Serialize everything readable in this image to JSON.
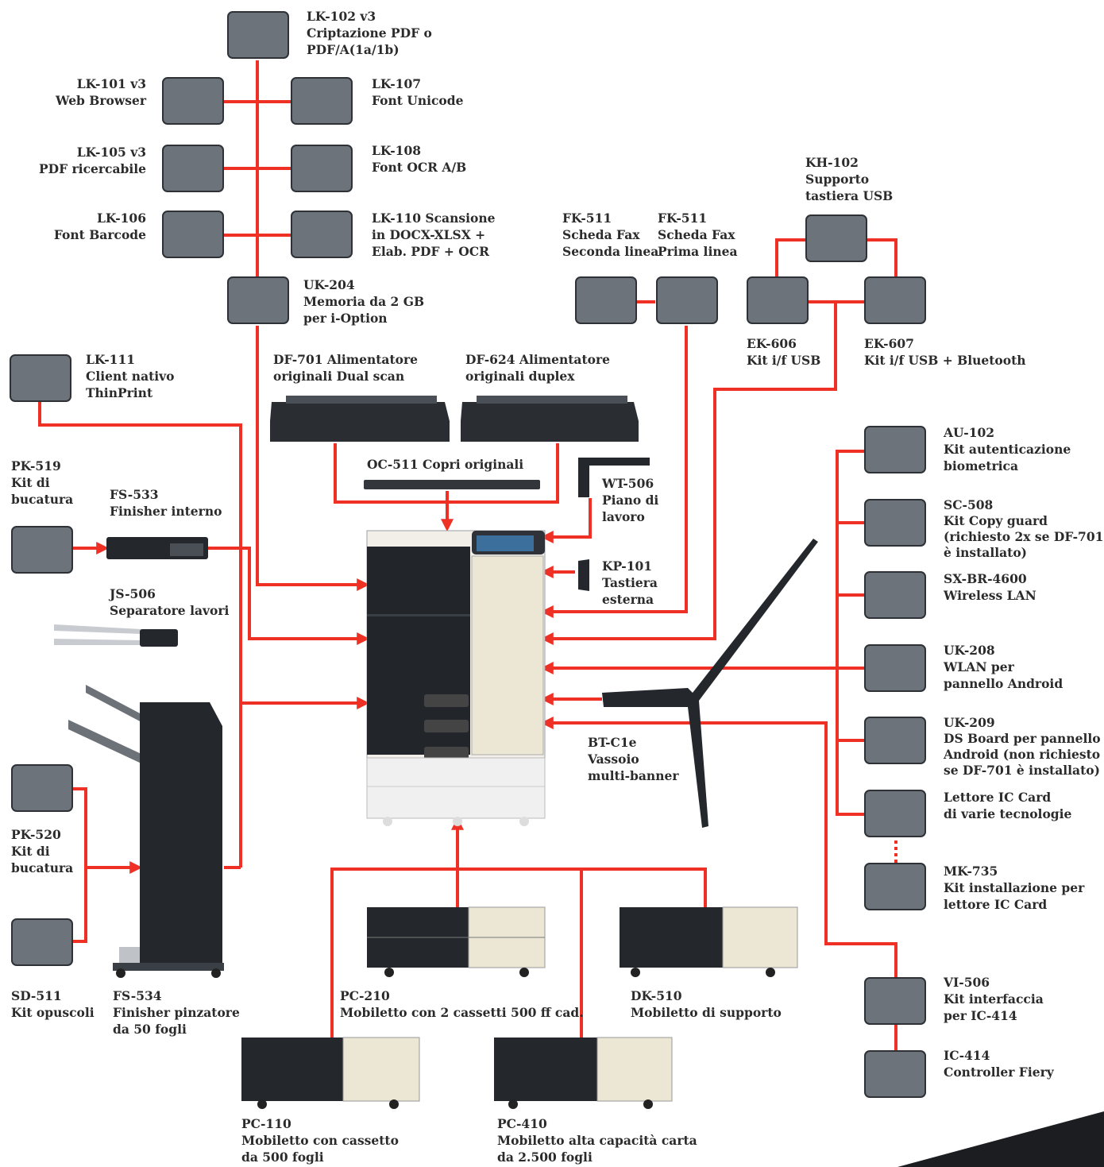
{
  "options": {
    "lk102": {
      "lines": [
        "LK-102 v3",
        "Criptazione PDF o",
        "PDF/A(1a/1b)"
      ]
    },
    "lk101": {
      "lines": [
        "LK-101 v3",
        "Web Browser"
      ]
    },
    "lk107": {
      "lines": [
        "LK-107",
        "Font Unicode"
      ]
    },
    "lk105": {
      "lines": [
        "LK-105 v3",
        "PDF ricercabile"
      ]
    },
    "lk108": {
      "lines": [
        "LK-108",
        "Font OCR A/B"
      ]
    },
    "lk106": {
      "lines": [
        "LK-106",
        "Font Barcode"
      ]
    },
    "lk110": {
      "lines": [
        "LK-110 Scansione",
        "in DOCX-XLSX +",
        "Elab. PDF + OCR"
      ]
    },
    "uk204": {
      "lines": [
        "UK-204",
        "Memoria da 2 GB",
        "per i-Option"
      ]
    },
    "fk511_2": {
      "lines": [
        "FK-511",
        "Scheda Fax",
        "Seconda linea"
      ]
    },
    "fk511_1": {
      "lines": [
        "FK-511",
        "Scheda Fax",
        "Prima linea"
      ]
    },
    "kh102": {
      "lines": [
        "KH-102",
        "Supporto",
        "tastiera USB"
      ]
    },
    "ek606": {
      "lines": [
        "EK-606",
        "Kit i/f USB"
      ]
    },
    "ek607": {
      "lines": [
        "EK-607",
        "Kit i/f USB + Bluetooth"
      ]
    },
    "lk111": {
      "lines": [
        "LK-111",
        "Client nativo",
        "ThinPrint"
      ]
    },
    "df701": {
      "lines": [
        "DF-701 Alimentatore",
        "originali Dual scan"
      ]
    },
    "df624": {
      "lines": [
        "DF-624 Alimentatore",
        "originali duplex"
      ]
    },
    "oc511": {
      "lines": [
        "OC-511 Copri originali"
      ]
    },
    "wt506": {
      "lines": [
        "WT-506",
        "Piano di",
        "lavoro"
      ]
    },
    "kp101": {
      "lines": [
        "KP-101",
        "Tastiera",
        "esterna"
      ]
    },
    "pk519": {
      "lines": [
        "PK-519",
        "Kit di",
        "bucatura"
      ]
    },
    "fs533": {
      "lines": [
        "FS-533",
        "Finisher interno"
      ]
    },
    "js506": {
      "lines": [
        "JS-506",
        "Separatore lavori"
      ]
    },
    "au102": {
      "lines": [
        "AU-102",
        "Kit autenticazione",
        "biometrica"
      ]
    },
    "sc508": {
      "lines": [
        "SC-508",
        "Kit Copy guard",
        "(richiesto 2x se DF-701",
        "è installato)"
      ]
    },
    "sxbr": {
      "lines": [
        "SX-BR-4600",
        "Wireless LAN"
      ]
    },
    "uk208": {
      "lines": [
        "UK-208",
        "WLAN per",
        "pannello Android"
      ]
    },
    "uk209": {
      "lines": [
        "UK-209",
        "DS Board per pannello",
        "Android (non richiesto",
        "se DF-701 è installato)"
      ]
    },
    "iccard": {
      "lines": [
        "Lettore IC Card",
        "di varie tecnologie"
      ]
    },
    "mk735": {
      "lines": [
        "MK-735",
        "Kit installazione per",
        "lettore IC Card"
      ]
    },
    "btc1e": {
      "lines": [
        "BT-C1e",
        "Vassoio",
        "multi-banner"
      ]
    },
    "pk520": {
      "lines": [
        "PK-520",
        "Kit di",
        "bucatura"
      ]
    },
    "sd511": {
      "lines": [
        "SD-511",
        "Kit opuscoli"
      ]
    },
    "fs534": {
      "lines": [
        "FS-534",
        "Finisher pinzatore",
        "da 50 fogli"
      ]
    },
    "pc210": {
      "lines": [
        "PC-210",
        "Mobiletto con 2 cassetti 500 ff cad."
      ]
    },
    "dk510": {
      "lines": [
        "DK-510",
        "Mobiletto di supporto"
      ]
    },
    "vi506": {
      "lines": [
        "VI-506",
        "Kit interfaccia",
        "per IC-414"
      ]
    },
    "ic414": {
      "lines": [
        "IC-414",
        "Controller Fiery"
      ]
    },
    "pc110": {
      "lines": [
        "PC-110",
        "Mobiletto con cassetto",
        "da 500 fogli"
      ]
    },
    "pc410": {
      "lines": [
        "PC-410",
        "Mobiletto alta capacità carta",
        "da 2.500 fogli"
      ]
    }
  },
  "colors": {
    "connector": "#ee3124",
    "box_fill": "#6d737a",
    "box_border": "#2e3237",
    "text": "#2b2b2b"
  }
}
